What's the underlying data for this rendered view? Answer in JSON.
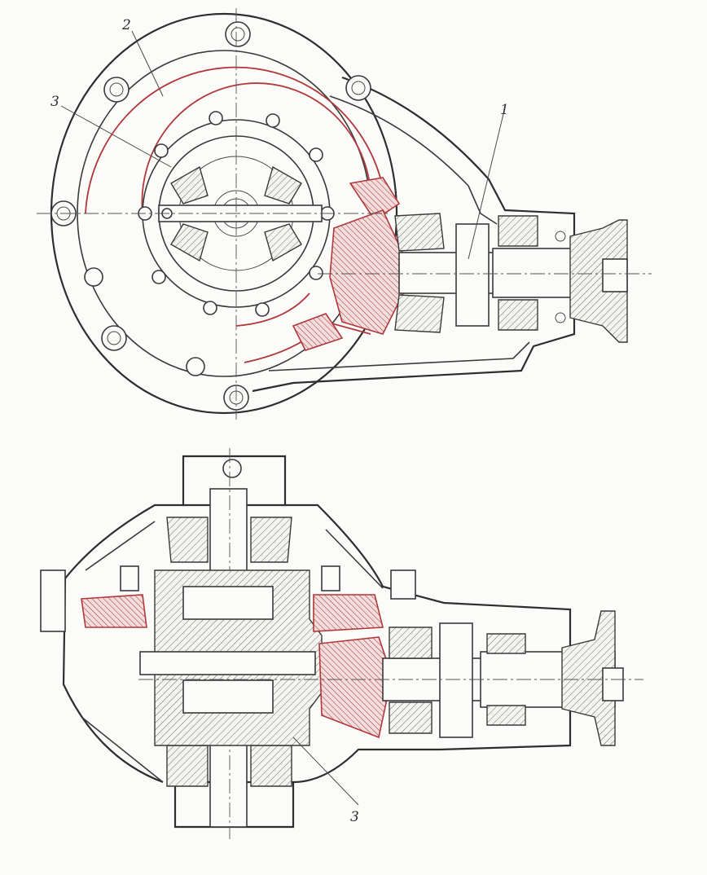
{
  "figure": {
    "callouts": [
      {
        "id": "drive-pinion",
        "label": "1"
      },
      {
        "id": "ring-gear",
        "label": "2"
      },
      {
        "id": "differential-case-top",
        "label": "3"
      },
      {
        "id": "differential-case-bottom",
        "label": "3"
      }
    ]
  }
}
